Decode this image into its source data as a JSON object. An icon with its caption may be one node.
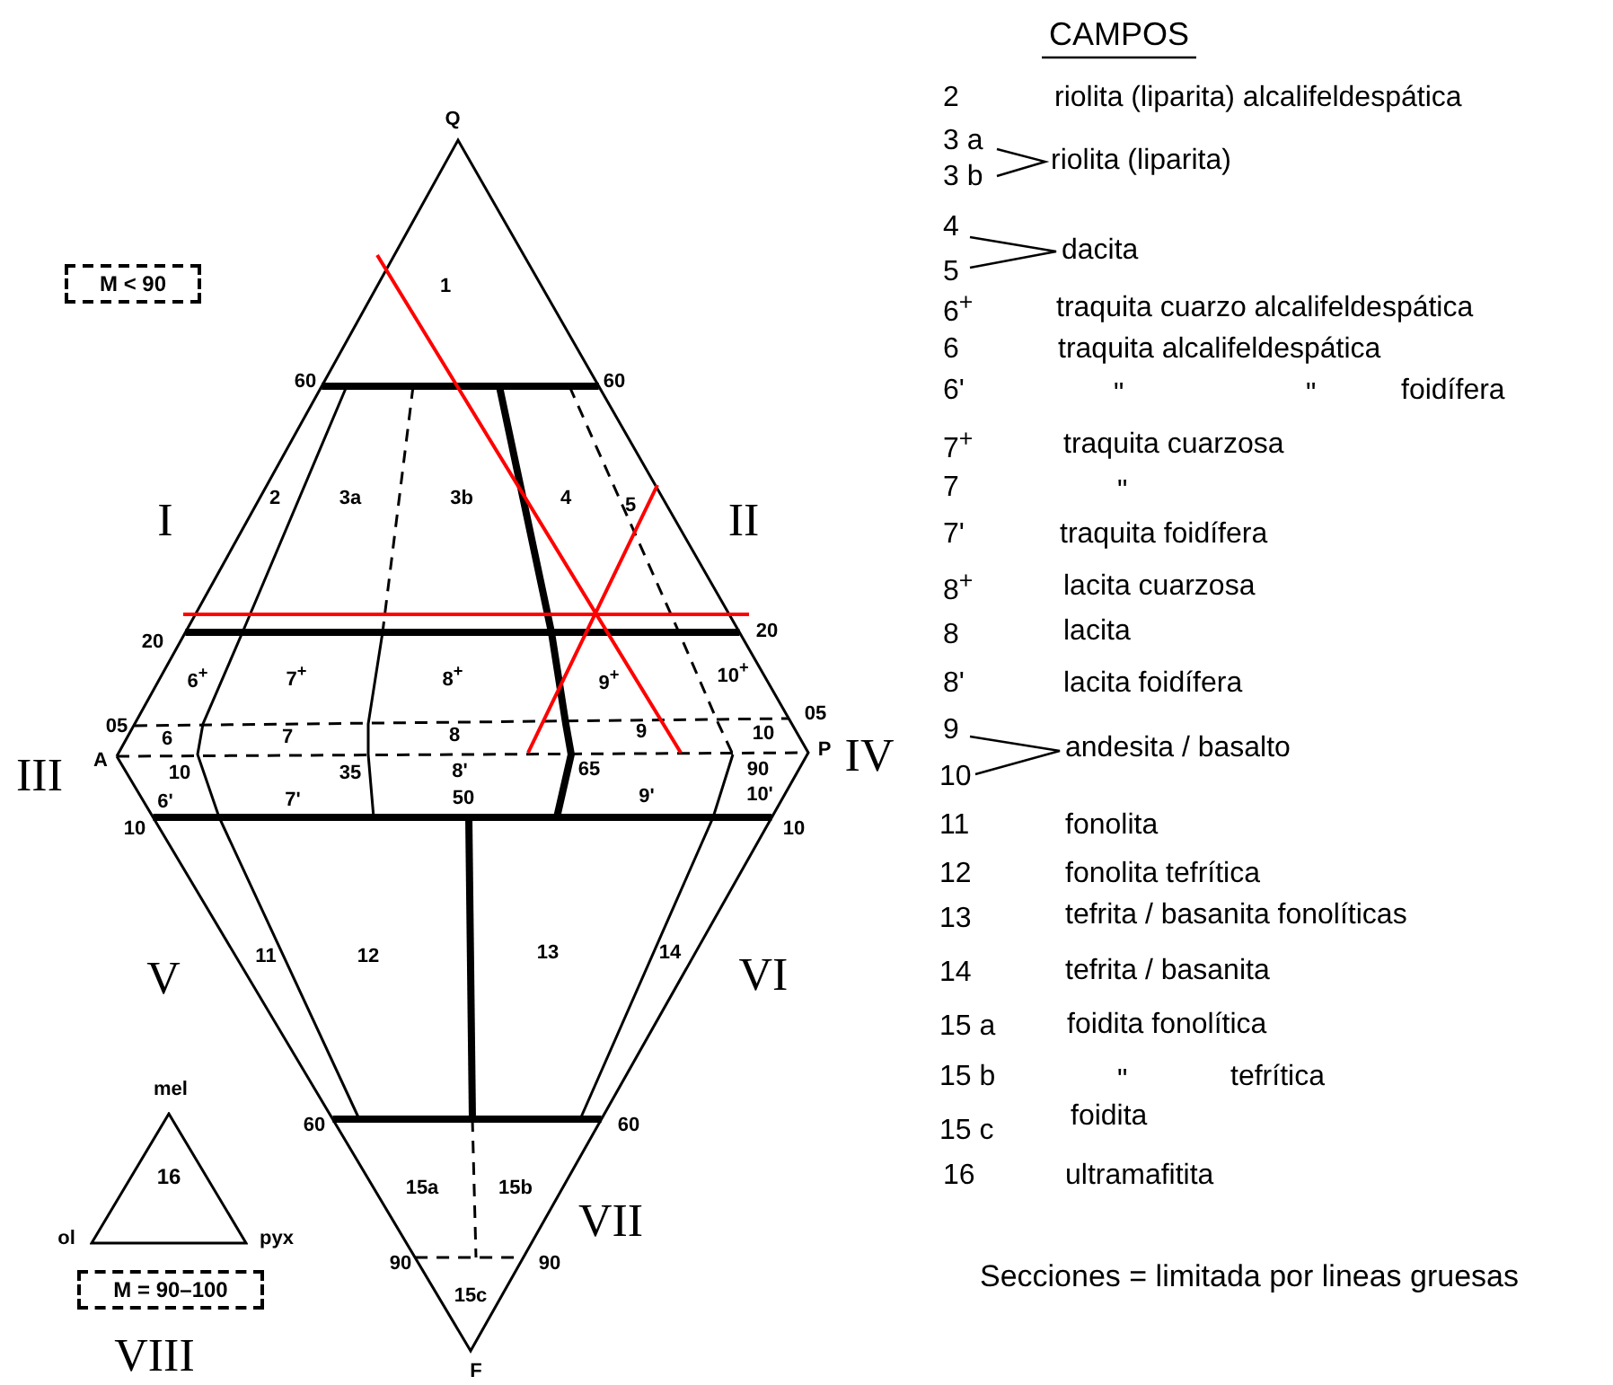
{
  "diagram": {
    "title": "CAMPOS",
    "nodes": [
      {
        "text": [
          "M < 90"
        ]
      },
      {
        "text": [
          "16"
        ]
      },
      {
        "text": [
          "M = 90–100"
        ]
      }
    ],
    "labels": [
      "Q",
      "1",
      "60",
      "60",
      "I",
      "2",
      "3a",
      "3b",
      "4",
      "5",
      "II",
      "20",
      "20",
      "6$^{+}$",
      "7$^{+}$",
      "8$^{+}$",
      "9$^{+}$",
      "10$^{+}$",
      "05",
      "05",
      "III",
      "A",
      "6",
      "7",
      "8",
      "9",
      "10",
      "P",
      "IV",
      "10",
      "35",
      "8'",
      "65",
      "90",
      "6'",
      "7'",
      "50",
      "9'",
      "10'",
      "10",
      "10",
      "V",
      "11",
      "12",
      "13",
      "14",
      "VI",
      "mel",
      "60",
      "60",
      "15a",
      "15b",
      "VII",
      "ol",
      "pyx",
      "90",
      "90",
      "15c",
      "VIII",
      "F",
      "2",
      "riolita (liparita) alcalifeldespática",
      "3 a",
      "3 b",
      "riolita (liparita)",
      "4",
      "5",
      "dacita",
      "6$^{+}$",
      "traquita cuarzo alcalifeldespática",
      "6",
      "traquita alcalifeldespática",
      "6'",
      "\"",
      "\"",
      "foidífera",
      "7$^{+}$",
      "traquita cuarzosa",
      "7",
      "\"",
      "7'",
      "traquita foidífera",
      "8$^{+}$",
      "lacita cuarzosa",
      "8",
      "lacita",
      "8'",
      "lacita foidífera",
      "9",
      "10",
      "andesita / basalto",
      "11",
      "fonolita",
      "12",
      "fonolita tefrítica",
      "13",
      "tefrita / basanita fonolíticas",
      "14",
      "tefrita / basanita",
      "15 a",
      "foidita fonolítica",
      "15 b",
      "\"",
      "tefrítica",
      "15 c",
      "foidita",
      "16",
      "ultramafitita",
      "Secciones = limitada por lineas gruesas"
    ]
  }
}
